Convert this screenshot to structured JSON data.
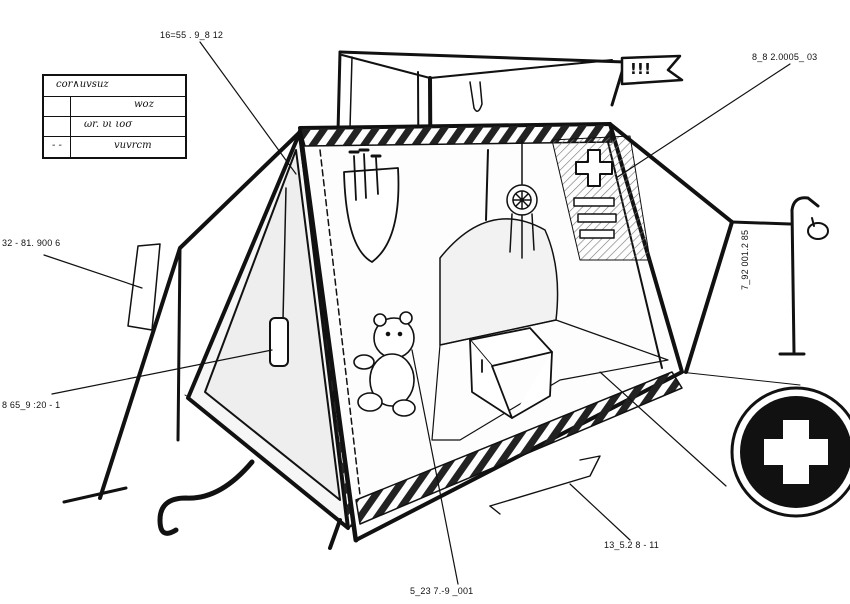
{
  "callouts": {
    "top": "16=55 . 9_8 12",
    "top_right": "8_8 2.0005_ 03",
    "left_upper": "32 - 81. 900 6",
    "left_lower": "8 65_9 :20 - 1",
    "right_vertical": "7_92 001.2 85",
    "bottom_right": "13_5.2 8 - 11",
    "bottom": "5_23 7.-9 _001"
  },
  "legend": {
    "row1": "cor∧uvsuz",
    "row2": "woz",
    "row3": "ωr. υι ιoσ",
    "row4_left": "- -",
    "row4_right": "vuvrcm"
  },
  "flag": {
    "text": "!!!"
  },
  "icons": {
    "medical_cross_sign": "medical-cross-icon",
    "wall_first_aid": "first-aid-cross-icon",
    "dreamcatcher": "dreamcatcher-icon",
    "teddy_bear": "teddy-bear-icon",
    "pocket_pens": "pen-pocket-icon",
    "cardboard_box": "box-icon",
    "lamp": "lamp-icon"
  },
  "colors": {
    "ink": "#111111",
    "paper": "#ffffff",
    "shade": "#e4e4e4"
  }
}
